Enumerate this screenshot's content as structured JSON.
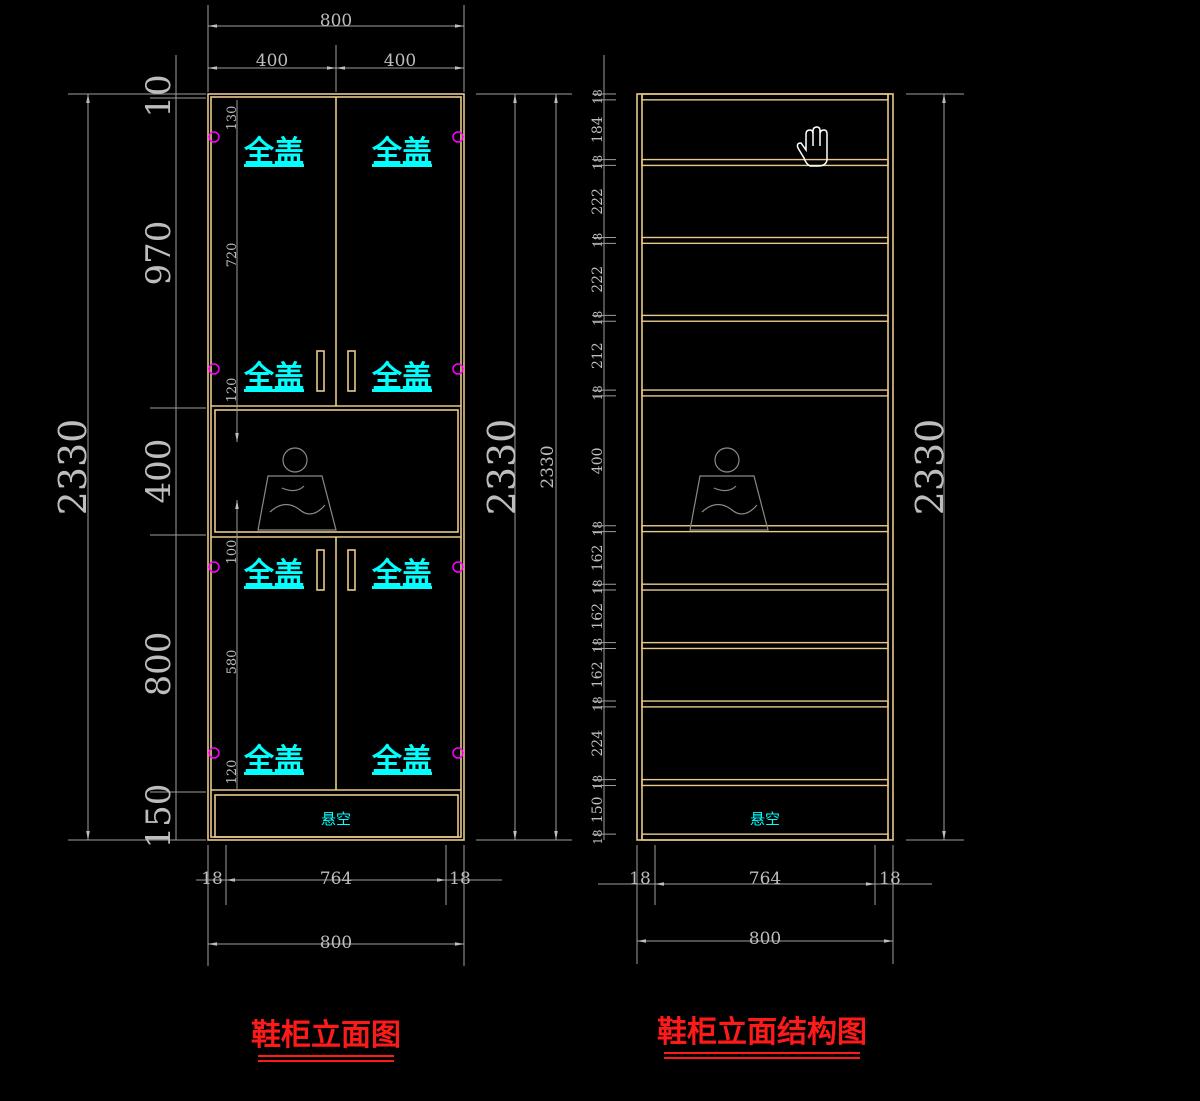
{
  "colors": {
    "background": "#000000",
    "dimension": "#9e9e9e",
    "panel": "#e8c98a",
    "label": "#00ffff",
    "hinge": "#ff00ff",
    "title": "#ff1a1a"
  },
  "left": {
    "title": "鞋柜立面图",
    "top_total": "800",
    "top_half_left": "400",
    "top_half_right": "400",
    "height_total": "2330",
    "seg_top": "10",
    "seg_upper": "970",
    "seg_open": "400",
    "seg_lower": "800",
    "seg_base": "150",
    "inner_upper_top": "130",
    "inner_upper_mid": "720",
    "inner_upper_bottom": "120",
    "inner_lower_top": "100",
    "inner_lower_mid": "580",
    "inner_lower_bottom": "120",
    "right_total": "2330",
    "right_total_small": "2330",
    "bottom_side_left": "18",
    "bottom_inner": "764",
    "bottom_side_right": "18",
    "bottom_total": "800",
    "door_label": "全盖",
    "base_note": "悬空"
  },
  "right": {
    "title": "鞋柜立面结构图",
    "height_total": "2330",
    "segments": [
      "18",
      "184",
      "18",
      "222",
      "18",
      "222",
      "18",
      "212",
      "18",
      "400",
      "18",
      "162",
      "18",
      "162",
      "18",
      "162",
      "18",
      "224",
      "18",
      "150",
      "18"
    ],
    "bottom_side_left": "18",
    "bottom_inner": "764",
    "bottom_side_right": "18",
    "bottom_total": "800",
    "base_note": "悬空"
  }
}
